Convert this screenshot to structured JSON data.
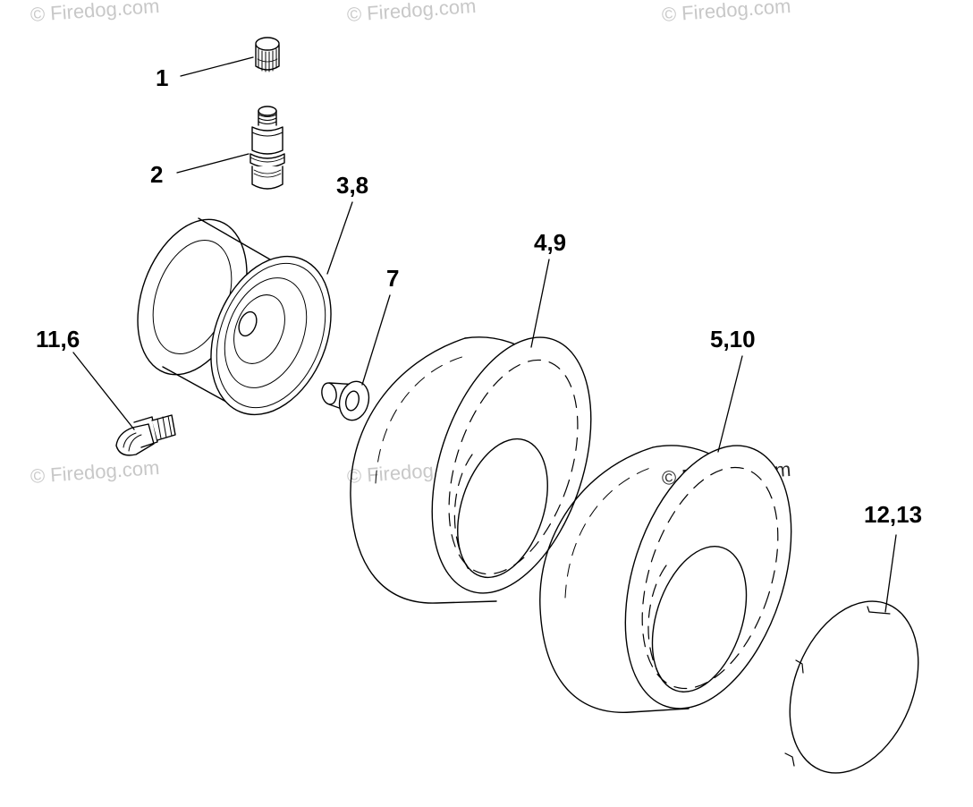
{
  "diagram": {
    "callouts": {
      "c1": "1",
      "c2": "2",
      "c3": "3,8",
      "c4": "4,9",
      "c5": "5,10",
      "c6": "7",
      "c7": "11,6",
      "c8": "12,13"
    },
    "watermark": {
      "text": "© Firedog.com"
    },
    "colors": {
      "line": "#000000",
      "watermark": "#c8c8c8",
      "background": "#ffffff"
    }
  }
}
